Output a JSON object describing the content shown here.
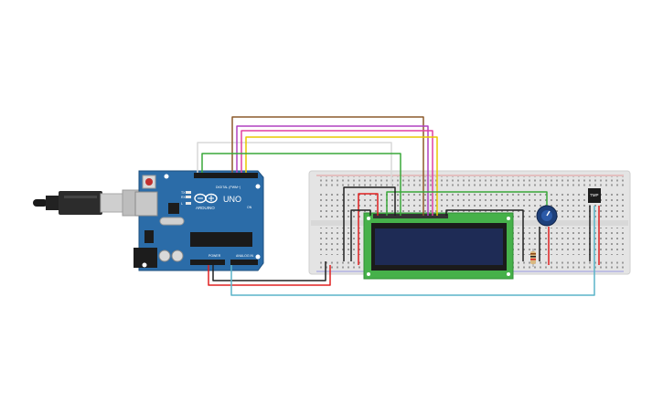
{
  "arduino": {
    "brand": "ARDUINO",
    "model": "UNO",
    "digital_header_label": "DIGITAL (PWM~)",
    "power_label": "POWER",
    "analog_label": "ANALOG IN",
    "tx_label": "TX",
    "rx_label": "RX",
    "l_label": "L",
    "on_label": "ON"
  },
  "temp_sensor": {
    "label": "TMP"
  },
  "colors": {
    "board_blue": "#2b6ca8",
    "breadboard": "#e6e6e6",
    "lcd_green": "#46b14a",
    "lcd_screen": "#1e2b55",
    "wire_brown": "#8b5a2b",
    "wire_purple": "#b040c0",
    "wire_pink": "#e040a0",
    "wire_yellow": "#e8c800",
    "wire_green": "#3aa83a",
    "wire_white": "#dddddd",
    "wire_red": "#e02020",
    "wire_black": "#222222",
    "wire_cyan": "#5ab4c8"
  },
  "icons": [
    "usb-cable-icon",
    "reset-button-icon",
    "potentiometer-icon"
  ]
}
